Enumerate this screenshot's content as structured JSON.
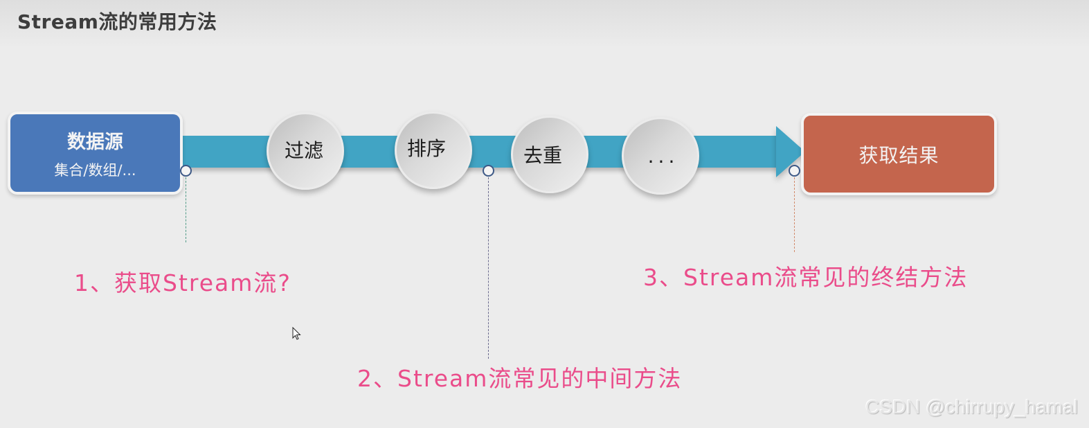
{
  "header": {
    "title": "Stream流的常用方法"
  },
  "diagram": {
    "source": {
      "title": "数据源",
      "subtitle": "集合/数组/...",
      "color": "#4a78b9"
    },
    "steps": [
      {
        "label": "过滤"
      },
      {
        "label": "排序"
      },
      {
        "label": "去重"
      },
      {
        "label": "..."
      }
    ],
    "result": {
      "label": "获取结果",
      "color": "#c4654d"
    },
    "arrow_color": "#41a4c4"
  },
  "annotations": [
    {
      "text": "1、获取Stream流?",
      "color": "#ea4c8a"
    },
    {
      "text": "2、Stream流常见的中间方法",
      "color": "#ea4c8a"
    },
    {
      "text": "3、Stream流常见的终结方法",
      "color": "#ea4c8a"
    }
  ],
  "watermark": "CSDN @chirrupy_hamal"
}
